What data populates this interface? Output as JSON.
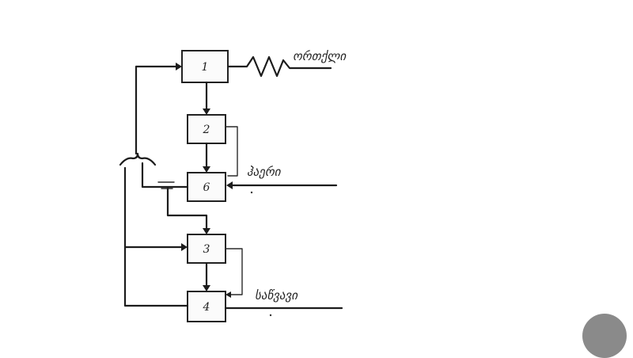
{
  "blocks": {
    "b1": "1",
    "b2": "2",
    "b6": "6",
    "b3": "3",
    "b4": "4"
  },
  "labels": {
    "top_output": "ორთქლი",
    "air_input": "ჰაერი",
    "fuel_input": "საწვავი"
  }
}
